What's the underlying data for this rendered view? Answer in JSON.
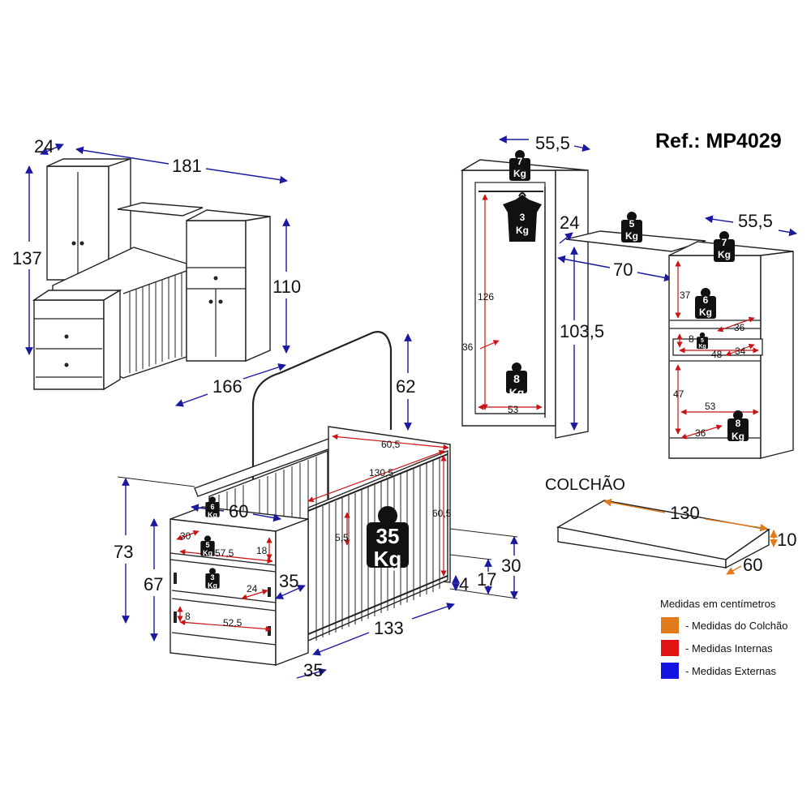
{
  "title": "Ref.: MP4029",
  "colchao_label": "COLCHÃO",
  "legend": {
    "heading": "Medidas em centímetros",
    "items": [
      {
        "label": "- Medidas do Colchão",
        "color": "#e07a1a"
      },
      {
        "label": "- Medidas Internas",
        "color": "#e01414"
      },
      {
        "label": "- Medidas Externas",
        "color": "#1414e0"
      }
    ]
  },
  "overview": {
    "d24": "24",
    "d181": "181",
    "d137": "137",
    "d110": "110",
    "d166": "166"
  },
  "crib": {
    "d62": "62",
    "d60_5_top": "60,5",
    "d130_5": "130,5",
    "d60_5_side": "60,5",
    "d5_5": "5,5",
    "d30": "30",
    "d17": "17",
    "d4": "4",
    "d133": "133",
    "d35": "35",
    "weight_value": "35",
    "weight_unit": "Kg"
  },
  "dresser": {
    "d73": "73",
    "d67": "67",
    "d60": "60",
    "d35": "35",
    "d30": "30",
    "d57_5": "57,5",
    "d18": "18",
    "d24": "24",
    "d8": "8",
    "d52_5": "52,5",
    "w_top": {
      "value": "6",
      "unit": "Kg"
    },
    "w_drawer1": {
      "value": "5",
      "unit": "Kg"
    },
    "w_drawer2": {
      "value": "3",
      "unit": "Kg"
    }
  },
  "wardrobe": {
    "d55_5": "55,5",
    "d126": "126",
    "d36": "36",
    "d53": "53",
    "d103_5": "103,5",
    "w_top": {
      "value": "7",
      "unit": "Kg"
    },
    "w_rail": {
      "value": "3",
      "unit": "Kg"
    },
    "w_bottom": {
      "value": "8",
      "unit": "Kg"
    }
  },
  "shelf": {
    "d24": "24",
    "d70": "70",
    "w": {
      "value": "5",
      "unit": "Kg"
    }
  },
  "cabinet": {
    "d55_5": "55,5",
    "d37": "37",
    "d36_top": "36",
    "d8": "8",
    "d48": "48",
    "d34": "34",
    "d47": "47",
    "d53": "53",
    "d36_bottom": "36",
    "w_top": {
      "value": "7",
      "unit": "Kg"
    },
    "w_shelf": {
      "value": "6",
      "unit": "Kg"
    },
    "w_drawer": {
      "value": "5",
      "unit": "Kg"
    },
    "w_bottom": {
      "value": "8",
      "unit": "Kg"
    }
  },
  "mattress": {
    "d130": "130",
    "d10": "10",
    "d60": "60"
  }
}
